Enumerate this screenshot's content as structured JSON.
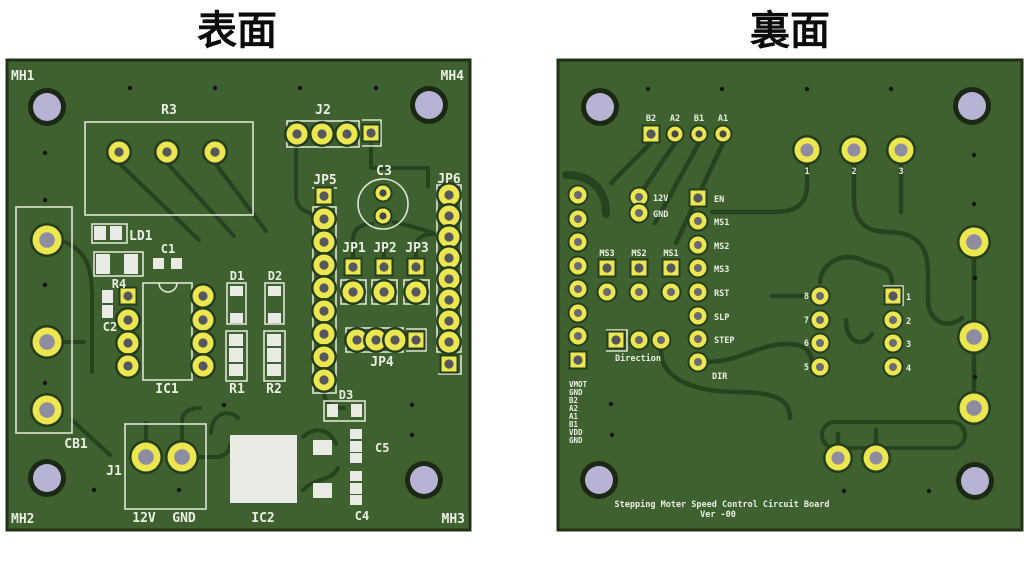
{
  "titles": {
    "front": "表面",
    "back": "裏面"
  },
  "colors": {
    "background": "#ffffff",
    "board_green": "#3f612f",
    "trace_green": "#27421f",
    "pad_yellow": "#ece64f",
    "hole_gray": "#56565e",
    "mount_hole_lavender": "#b7b3d5",
    "silkscreen_white": "#e9efe3"
  },
  "front": {
    "mount_labels": {
      "mh1": "MH1",
      "mh2": "MH2",
      "mh3": "MH3",
      "mh4": "MH4"
    },
    "refs": {
      "r3": "R3",
      "j2": "J2",
      "jp5": "JP5",
      "c3": "C3",
      "jp6": "JP6",
      "ld1": "LD1",
      "c1": "C1",
      "r4": "R4",
      "c2": "C2",
      "d1": "D1",
      "d2": "D2",
      "jp1": "JP1",
      "jp2": "JP2",
      "jp3": "JP3",
      "ic1": "IC1",
      "r1": "R1",
      "r2": "R2",
      "jp4": "JP4",
      "d3": "D3",
      "cb1": "CB1",
      "j1": "J1",
      "ic2": "IC2",
      "c5": "C5",
      "c4": "C4"
    },
    "power": {
      "v12": "12V",
      "gnd": "GND"
    }
  },
  "back": {
    "motor_pins": [
      "B2",
      "A2",
      "B1",
      "A1"
    ],
    "terminals": [
      "1",
      "2",
      "3"
    ],
    "signals": {
      "v12": "12V",
      "gnd": "GND",
      "en": "EN",
      "ms1": "MS1",
      "ms2": "MS2",
      "ms3": "MS3",
      "rst": "RST",
      "slp": "SLP",
      "step": "STEP",
      "dir": "DIR"
    },
    "jumpers": [
      "MS3",
      "MS2",
      "MS1"
    ],
    "direction": "Direction",
    "connector_pins": [
      "VMOT",
      "GND",
      "B2",
      "A2",
      "A1",
      "B1",
      "VDD",
      "GND"
    ],
    "left_numbers": [
      "8",
      "7",
      "6",
      "5"
    ],
    "right_numbers": [
      "1",
      "2",
      "3",
      "4"
    ],
    "footer": {
      "title": "Stepping Moter Speed Control Circuit Board",
      "version": "Ver -00"
    }
  }
}
